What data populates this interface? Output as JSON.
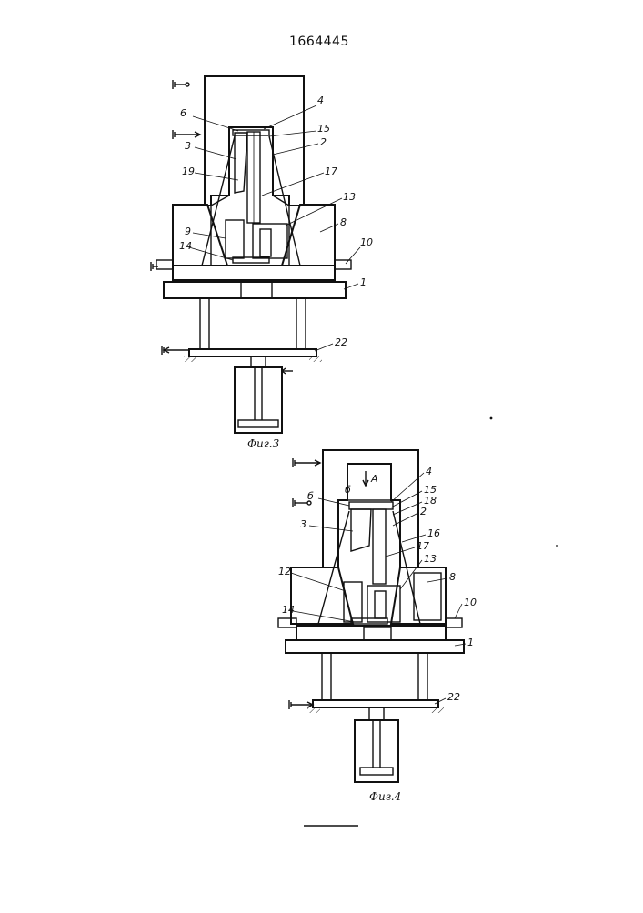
{
  "document": {
    "patent_number": "1664445",
    "figure_3": {
      "caption": "Фиг.3",
      "labels": [
        "4",
        "6",
        "15",
        "2",
        "3",
        "19",
        "17",
        "13",
        "9",
        "8",
        "14",
        "10",
        "1",
        "22"
      ]
    },
    "figure_4": {
      "caption": "Фиг.4",
      "section_mark": "A",
      "labels": [
        "4",
        "б",
        "б",
        "15",
        "18",
        "2",
        "3",
        "16",
        "17",
        "13",
        "12",
        "8",
        "14",
        "10",
        "1",
        "22"
      ]
    }
  }
}
